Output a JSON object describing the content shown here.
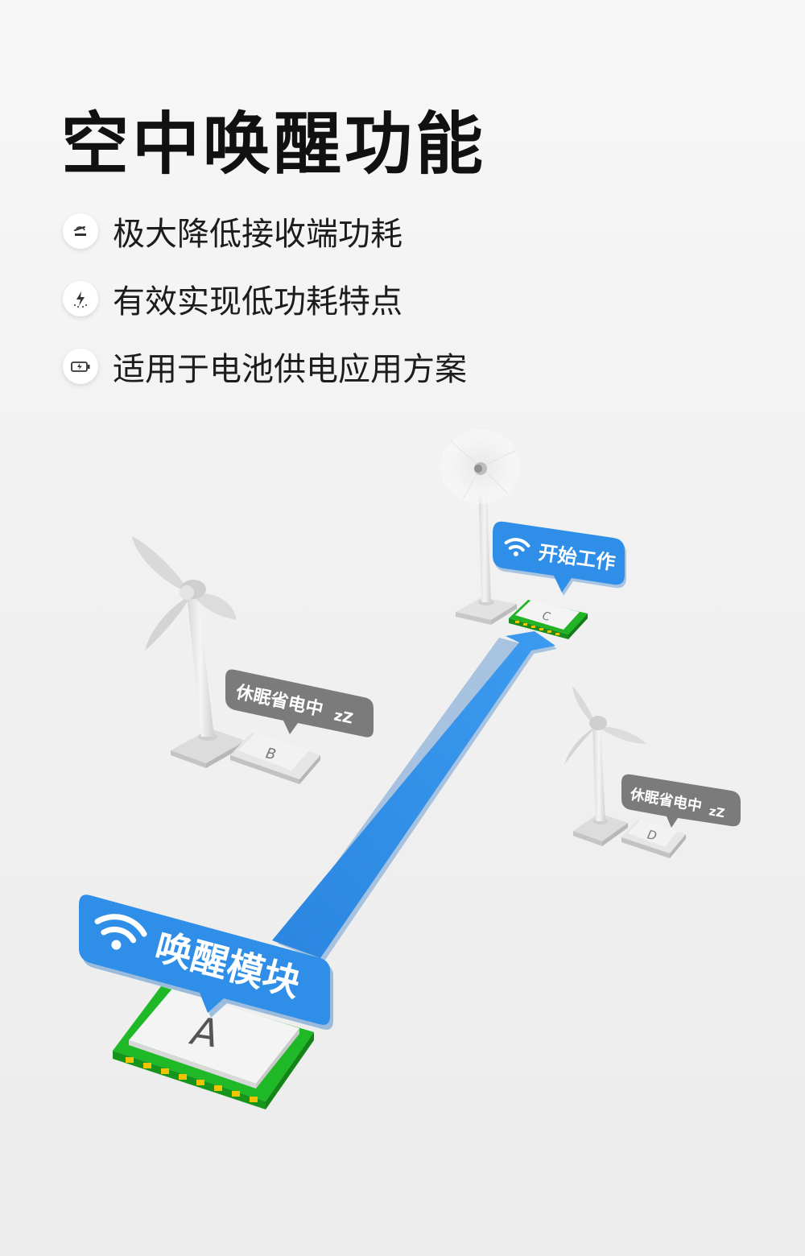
{
  "title": "空中唤醒功能",
  "features": [
    {
      "text": "极大降低接收端功耗",
      "icon": "low-power-icon"
    },
    {
      "text": "有效实现低功耗特点",
      "icon": "lightning-icon"
    },
    {
      "text": "适用于电池供电应用方案",
      "icon": "battery-icon"
    }
  ],
  "scene": {
    "module_a": {
      "bubble": "唤醒模块",
      "chip": "A"
    },
    "module_b": {
      "bubble": "休眠省电中",
      "zz": "zZ",
      "chip": "B"
    },
    "module_c": {
      "bubble": "开始工作",
      "chip": "C"
    },
    "module_d": {
      "bubble": "休眠省电中",
      "zz": "zZ",
      "chip": "D"
    }
  },
  "colors": {
    "accent_blue": "#2f8fe8",
    "sleep_gray": "#7b7b7b",
    "pcb_green": "#22c22a",
    "pad_gold": "#f2c300"
  }
}
